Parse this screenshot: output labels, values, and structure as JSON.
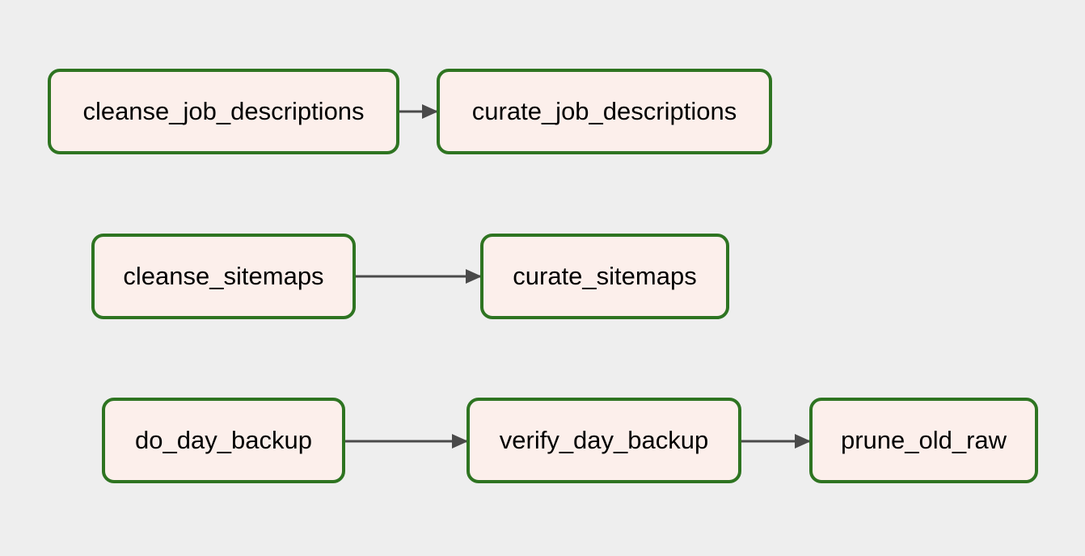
{
  "diagram": {
    "nodes": [
      {
        "id": "cleanse_job_descriptions",
        "label": "cleanse_job_descriptions"
      },
      {
        "id": "curate_job_descriptions",
        "label": "curate_job_descriptions"
      },
      {
        "id": "cleanse_sitemaps",
        "label": "cleanse_sitemaps"
      },
      {
        "id": "curate_sitemaps",
        "label": "curate_sitemaps"
      },
      {
        "id": "do_day_backup",
        "label": "do_day_backup"
      },
      {
        "id": "verify_day_backup",
        "label": "verify_day_backup"
      },
      {
        "id": "prune_old_raw",
        "label": "prune_old_raw"
      }
    ],
    "edges": [
      {
        "from": "cleanse_job_descriptions",
        "to": "curate_job_descriptions"
      },
      {
        "from": "cleanse_sitemaps",
        "to": "curate_sitemaps"
      },
      {
        "from": "do_day_backup",
        "to": "verify_day_backup"
      },
      {
        "from": "verify_day_backup",
        "to": "prune_old_raw"
      }
    ],
    "colors": {
      "background": "#eeeeee",
      "node_fill": "#fcefeb",
      "node_border": "#2e7421",
      "edge": "#4a4a4a",
      "text": "#000000"
    }
  }
}
